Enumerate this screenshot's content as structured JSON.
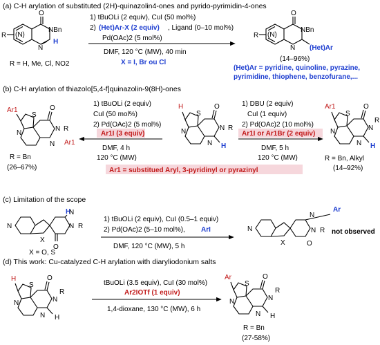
{
  "section_a": {
    "title": "(a) C-H arylation of substituted (2H)-quinazolin4-ones and pyrido-pyrimidin-4-ones",
    "cond1": "1) tBuOLi (2 equiv), CuI (50 mol%)",
    "cond2_prefix": "2)",
    "cond2_highlight": "(Het)Ar-X (2 equiv)",
    "cond2_suffix": ", Ligand (0–10 mol%)",
    "cond3": "Pd(OAc)2 (5 mol%)",
    "cond4": "DMF, 120 °C (MW), 40 min",
    "cond5": "X = I, Br ou Cl",
    "r_def": "R = H, Me, Cl, NO2",
    "yield": "(14–96%)",
    "hetar_line1": "(Het)Ar = pyridine, quinoline, pyrazine,",
    "hetar_line2": "pyrimidine, thiophene, benzofurane,...",
    "atoms": {
      "o": "O",
      "n_bn": "NBn",
      "n": "N",
      "h": "H",
      "r": "R",
      "n_paren": "(N)",
      "het_ar": "(Het)Ar"
    }
  },
  "section_b": {
    "title": "(b) C-H arylation of thiazolo[5,4-f]quinazolin-9(8H)-ones",
    "left_cond1": "1) tBuOLi (2 equiv)",
    "left_cond2": "CuI (50 mol%)",
    "left_cond3": "2) Pd(OAc)2 (5 mol%)",
    "left_cond4": "Ar1I (3 equiv)",
    "left_cond5": "DMF, 4 h",
    "left_cond6": "120 °C (MW)",
    "right_cond1": "1) DBU (2 equiv)",
    "right_cond2": "CuI (1 equiv)",
    "right_cond3": "2) Pd(OAc)2 (10 mol%)",
    "right_cond4": "Ar1I or Ar1Br (2 equiv)",
    "right_cond5": "DMF, 5 h",
    "right_cond6": "120 °C (MW)",
    "left_r": "R = Bn",
    "left_yield": "(26–67%)",
    "right_r": "R = Bn, Alkyl",
    "right_yield": "(14–92%)",
    "ar1_def": "Ar1 = substitued Aryl, 3-pyridinyl or pyrazinyl",
    "atoms": {
      "ar1": "Ar1",
      "s": "S",
      "n": "N",
      "o": "O",
      "r": "R",
      "h": "H"
    }
  },
  "section_c": {
    "title": "(c) Limitation of the scope",
    "cond1": "1) tBuOLi (2 equiv), CuI (0.5–1 equiv)",
    "cond2_prefix": "2) Pd(OAc)2 (5–10 mol%),",
    "cond2_highlight": "ArI",
    "cond3": "DMF, 120 °C (MW), 5 h",
    "x_def": "X = O, S",
    "result": "not observed",
    "atoms": {
      "n": "N",
      "x": "X",
      "o": "O",
      "r": "R",
      "h": "H",
      "ar": "Ar"
    }
  },
  "section_d": {
    "title": "(d) This work: Cu-catalyzed C-H arylation with diaryliodonium salts",
    "cond1": "tBuOLi (3.5 equiv), CuI (30 mol%)",
    "cond2": "Ar2IOTf (1 equiv)",
    "cond3": "1,4-dioxane, 130 °C (MW), 6 h",
    "r_def": "R = Bn",
    "yield": "(27-58%)",
    "atoms": {
      "s": "S",
      "n": "N",
      "o": "O",
      "r": "R",
      "h": "H",
      "ar": "Ar"
    }
  },
  "colors": {
    "blue": "#1f3fd0",
    "red": "#c11a1a",
    "pink_box": "#f6d7dc",
    "black": "#000000"
  }
}
